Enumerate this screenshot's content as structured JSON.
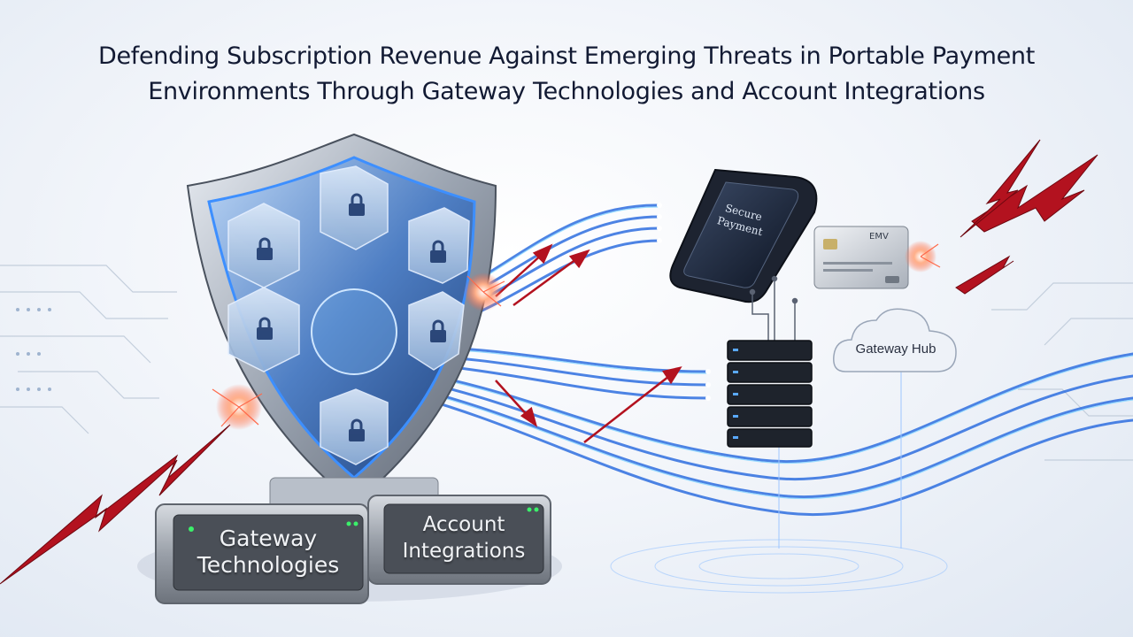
{
  "title": {
    "line1": "Defending Subscription Revenue Against Emerging Threats in Portable Payment",
    "line2": "Environments Through Gateway Technologies and Account Integrations"
  },
  "terminal": {
    "screen_line1": "Secure",
    "screen_line2": "Payment"
  },
  "card": {
    "brand_text": "EMV"
  },
  "cloud": {
    "label": "Gateway Hub"
  },
  "badges": {
    "gateway_line1": "Gateway",
    "gateway_line2": "Technologies",
    "account_line1": "Account",
    "account_line2": "Integrations"
  },
  "colors": {
    "threat_red": "#b3121f",
    "stream_blue": "#2f6fe0",
    "glow_cyan": "#5fd3ff",
    "title_navy": "#121a33"
  }
}
